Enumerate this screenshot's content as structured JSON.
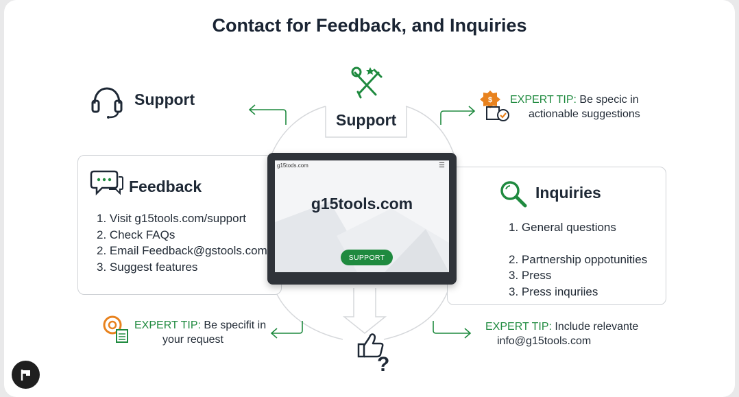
{
  "title": "Contact for Feedback, and Inquiries",
  "support_left": {
    "label": "Support"
  },
  "support_center": {
    "label": "Support"
  },
  "tip_top_right": {
    "prefix": "EXPERT TIP:",
    "text_line1": "Be specic in",
    "text_line2": "actionable suggestions"
  },
  "feedback": {
    "label": "Feedback",
    "items": [
      "1. Visit g15tools.com/support",
      "2. Check FAQs",
      "2. Email Feedback@gstools.com",
      "3. Suggest features"
    ]
  },
  "tablet": {
    "site_small": "g15tods.com",
    "domain": "g15tools.com",
    "button": "SUPPORT",
    "menu_glyph": "☰"
  },
  "inquiries": {
    "label": "Inquiries",
    "items": [
      "1. General questions",
      "2. Partnership oppotunities",
      "3. Press",
      "3. Press inquriies"
    ]
  },
  "tip_bottom_left": {
    "prefix": "EXPERT TIP:",
    "text_line1": "Be specifit in",
    "text_line2": "your request"
  },
  "tip_bottom_right": {
    "prefix": "EXPERT TIP:",
    "text_line1": "Include relevante",
    "text_line2": "info@g15tools.com"
  },
  "question_mark": "?",
  "icons": [
    "headset-icon",
    "tools-icon",
    "chat-bubbles-icon",
    "magnifier-icon",
    "badge-check-icon",
    "target-checklist-icon",
    "thumbs-up-icon",
    "flag-icon"
  ],
  "colors": {
    "accent": "#1f8a3f",
    "orange": "#e8821e",
    "navy": "#1e2835"
  }
}
